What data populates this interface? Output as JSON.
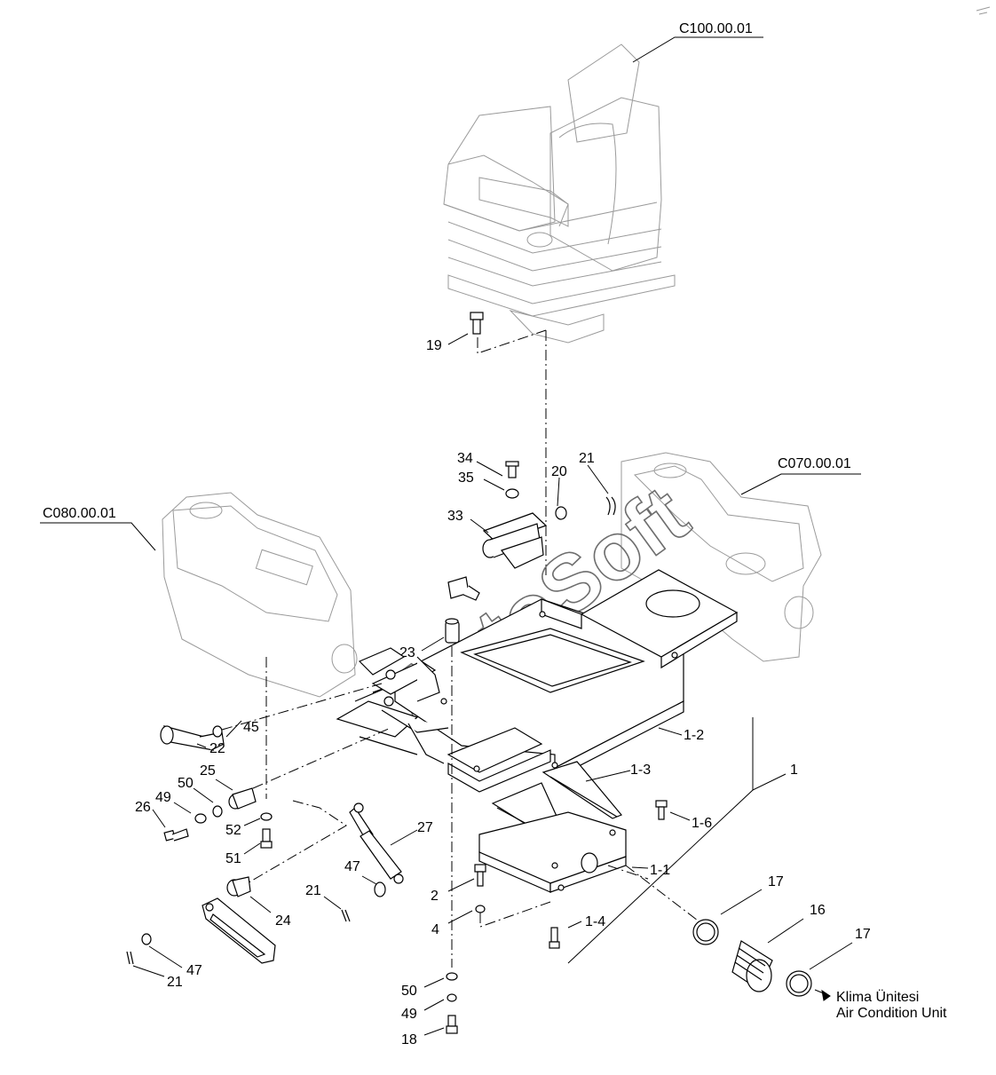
{
  "references": {
    "seat": "C100.00.01",
    "right_console": "C070.00.01",
    "left_console": "C080.00.01"
  },
  "watermark": "AutoSoft",
  "destination": {
    "line1": "Klima Ünitesi",
    "line2": "Air Condition Unit"
  },
  "part_labels": {
    "p19": "19",
    "p34": "34",
    "p35": "35",
    "p20": "20",
    "p21a": "21",
    "p33": "33",
    "p23": "23",
    "p45": "45",
    "p22": "22",
    "p25": "25",
    "p50a": "50",
    "p49a": "49",
    "p26": "26",
    "p52": "52",
    "p51": "51",
    "p27": "27",
    "p47a": "47",
    "p21b": "21",
    "p24": "24",
    "p47b": "47",
    "p21c": "21",
    "p1_2": "1-2",
    "p1_3": "1-3",
    "p1_6": "1-6",
    "p1": "1",
    "p1_1": "1-1",
    "p2": "2",
    "p4": "4",
    "p1_4": "1-4",
    "p17a": "17",
    "p16": "16",
    "p17b": "17",
    "p50b": "50",
    "p49b": "49",
    "p18": "18"
  }
}
